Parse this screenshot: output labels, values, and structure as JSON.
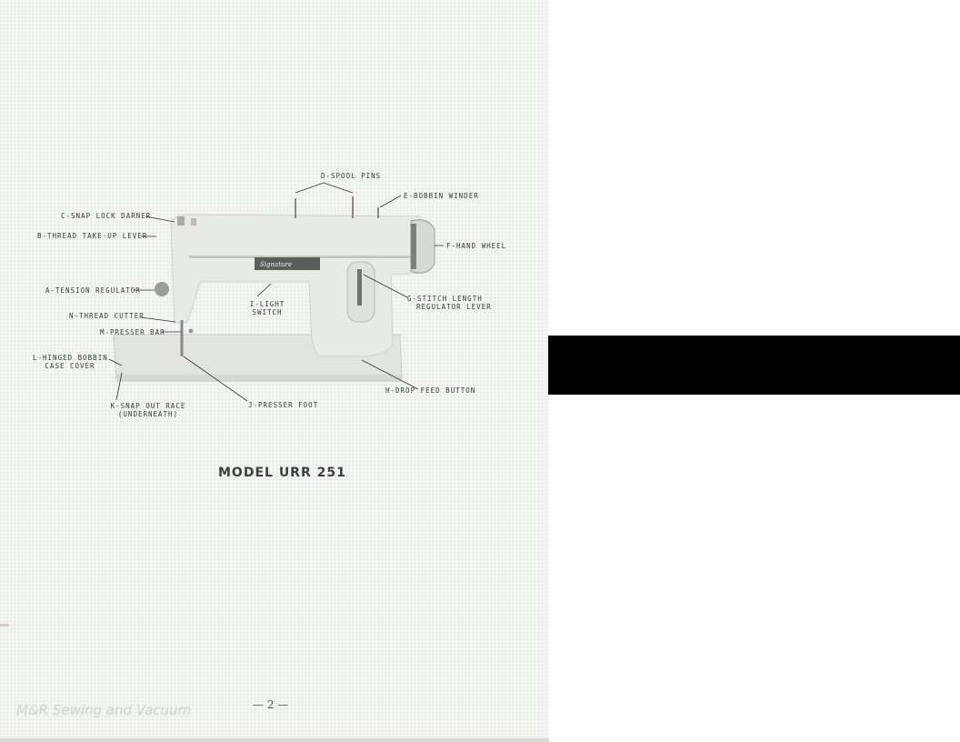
{
  "document": {
    "title": "MODEL URR 251",
    "page_number": "— 2 —",
    "watermark": "M&R Sewing and Vacuum",
    "brand_badge": "Signature"
  },
  "labels": {
    "a": "A-TENSION REGULATOR",
    "b": "B-THREAD TAKE-UP LEVER",
    "c": "C-SNAP LOCK DARNER",
    "d": "D-SPOOL PINS",
    "e": "E-BOBBIN WINDER",
    "f": "F-HAND WHEEL",
    "g1": "G-STITCH LENGTH",
    "g2": "REGULATOR LEVER",
    "h": "H-DROP FEED BUTTON",
    "i1": "I-LIGHT",
    "i2": "SWITCH",
    "j": "J-PRESSER FOOT",
    "k1": "K-SNAP OUT RACE",
    "k2": "(UNDERNEATH)",
    "l1": "L-HINGED BOBBIN",
    "l2": "CASE COVER",
    "m": "M-PRESSER BAR",
    "n": "N-THREAD CUTTER"
  },
  "colors": {
    "page": "#f5f6f3",
    "machine_body": "#e6e8e4",
    "text": "#3a3a3a",
    "redaction": "#000000"
  }
}
